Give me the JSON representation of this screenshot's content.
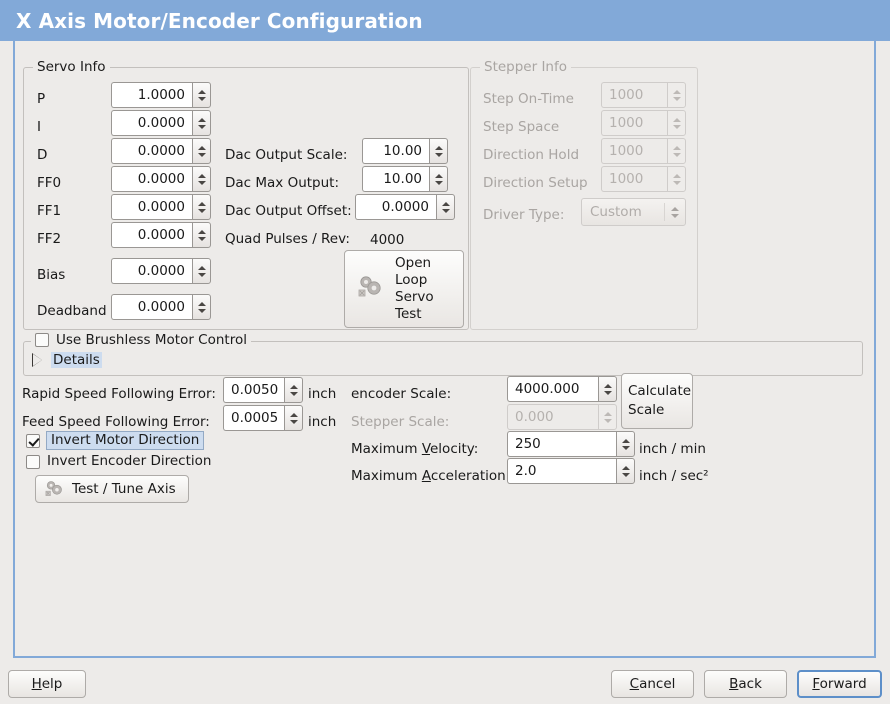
{
  "window": {
    "title": "X Axis Motor/Encoder Configuration",
    "title_bar_color": "#82a9d8",
    "background_color": "#edebe9"
  },
  "servo_info": {
    "legend": "Servo Info",
    "fields": [
      {
        "label": "P",
        "value": "1.0000"
      },
      {
        "label": "I",
        "value": "0.0000"
      },
      {
        "label": "D",
        "value": "0.0000"
      },
      {
        "label": "FF0",
        "value": "0.0000"
      },
      {
        "label": "FF1",
        "value": "0.0000"
      },
      {
        "label": "FF2",
        "value": "0.0000"
      },
      {
        "label": "Bias",
        "value": "0.0000"
      },
      {
        "label": "Deadband",
        "value": "0.0000"
      }
    ],
    "dac": [
      {
        "label": "Dac Output Scale:",
        "value": "10.00"
      },
      {
        "label": "Dac Max Output:",
        "value": "10.00"
      },
      {
        "label": "Dac Output Offset:",
        "value": "0.0000"
      }
    ],
    "quad_pulses_label": "Quad Pulses / Rev:",
    "quad_pulses_value": "4000",
    "open_loop_button": {
      "line1": "Open",
      "line2": "Loop",
      "line3": "Servo",
      "line4": "Test",
      "icon": "gears-icon"
    }
  },
  "stepper_info": {
    "legend": "Stepper Info",
    "enabled": false,
    "fields": [
      {
        "label": "Step On-Time",
        "value": "1000"
      },
      {
        "label": "Step Space",
        "value": "1000"
      },
      {
        "label": "Direction Hold",
        "value": "1000"
      },
      {
        "label": "Direction Setup",
        "value": "1000"
      }
    ],
    "driver_type_label": "Driver Type:",
    "driver_type_value": "Custom"
  },
  "brushless": {
    "checkbox_label": "Use Brushless Motor Control",
    "checked": false,
    "details_label": "Details",
    "expanded": false
  },
  "tuning": {
    "rapid_following_error_label": "Rapid Speed Following Error:",
    "rapid_following_error_value": "0.0050",
    "rapid_following_error_unit": "inch",
    "feed_following_error_label": "Feed Speed Following Error:",
    "feed_following_error_value": "0.0005",
    "feed_following_error_unit": "inch",
    "invert_motor_label": "Invert Motor Direction",
    "invert_motor_checked": true,
    "invert_encoder_label": "Invert Encoder Direction",
    "invert_encoder_checked": false,
    "test_tune_button": "Test / Tune Axis"
  },
  "scales": {
    "encoder_scale_label": "encoder Scale:",
    "encoder_scale_value": "4000.000",
    "stepper_scale_label": "Stepper Scale:",
    "stepper_scale_value": "0.000",
    "stepper_scale_enabled": false,
    "calculate_button_line1": "Calculate",
    "calculate_button_line2": "Scale",
    "max_velocity_label_a": "Maximum ",
    "max_velocity_label_accel": "V",
    "max_velocity_label_b": "elocity:",
    "max_velocity_value": "250",
    "max_velocity_unit": "inch / min",
    "max_accel_label_a": "Maximum ",
    "max_accel_label_accel": "A",
    "max_accel_label_b": "cceleration:",
    "max_accel_value": "2.0",
    "max_accel_unit": "inch / sec²"
  },
  "footer": {
    "help_accel": "H",
    "help_rest": "elp",
    "cancel_accel": "C",
    "cancel_rest": "ancel",
    "back_accel": "B",
    "back_rest": "ack",
    "forward_accel": "F",
    "forward_rest": "orward",
    "focused_button": "forward"
  }
}
